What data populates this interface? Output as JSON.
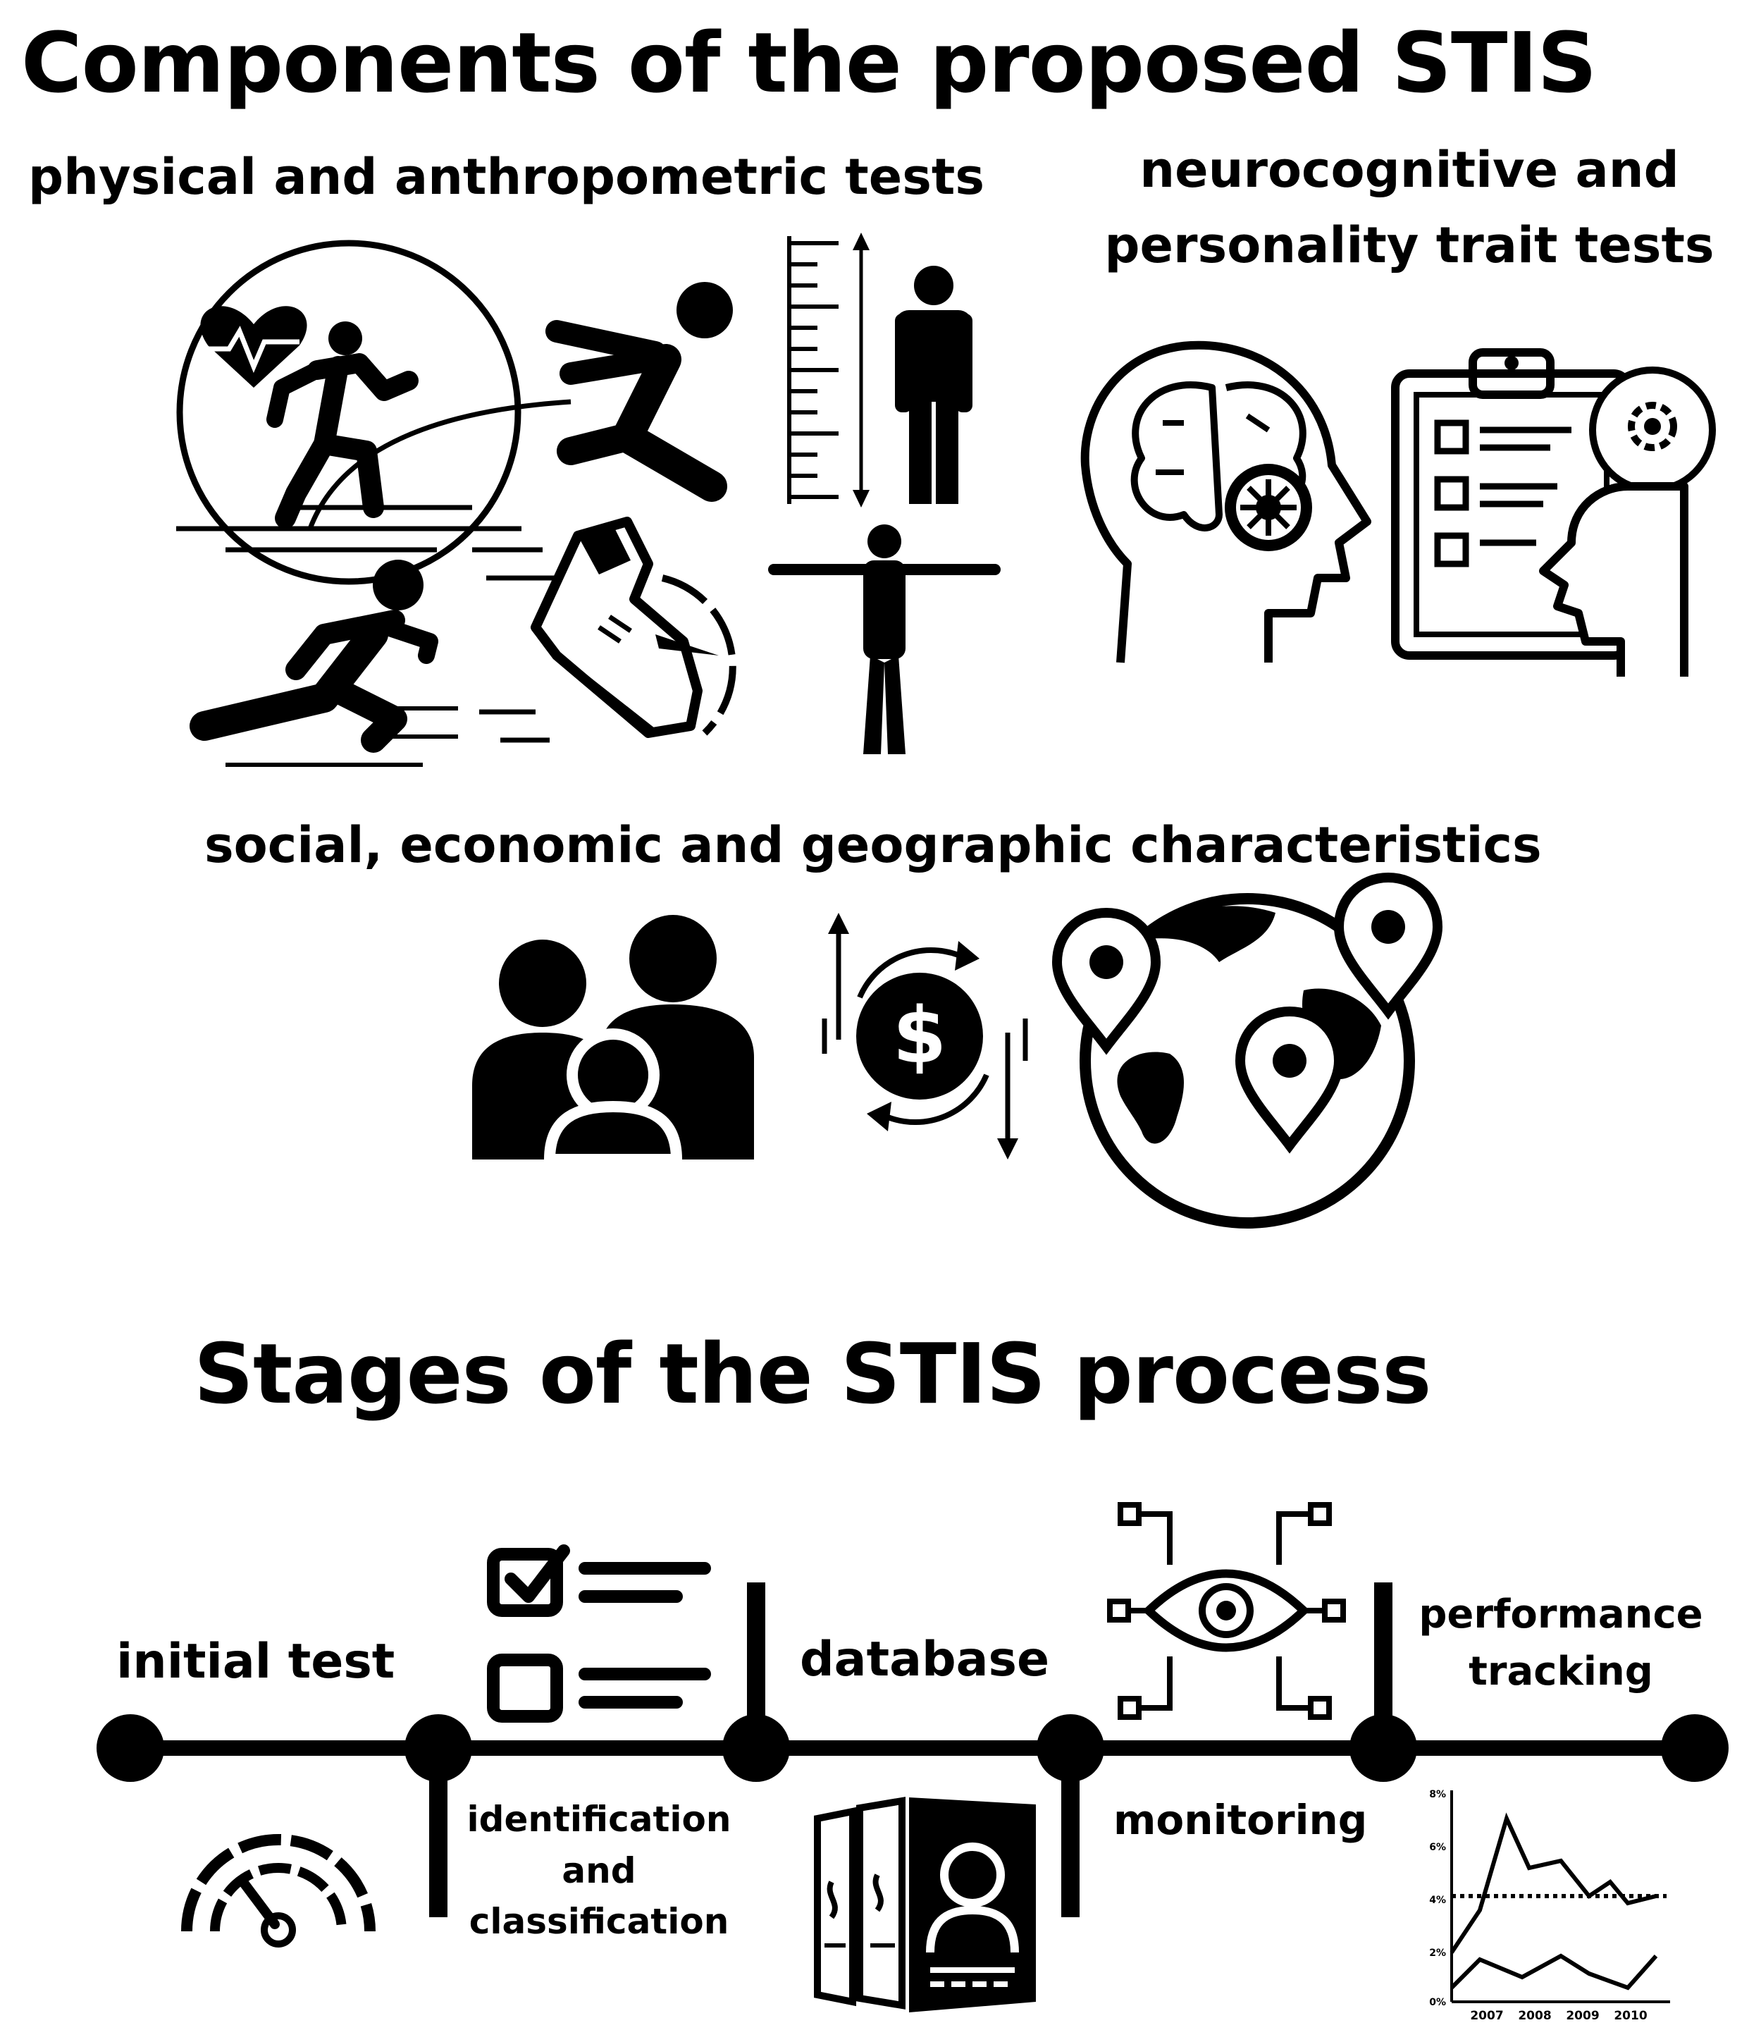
{
  "title": "Components of the proposed STIS",
  "components": {
    "physical": "physical and anthropometric tests",
    "neuro_line1": "neurocognitive and",
    "neuro_line2": "personality trait tests",
    "social": "social, economic and geographic characteristics"
  },
  "stages_title": "Stages of the STIS process",
  "stages": {
    "initial_test": "initial test",
    "database": "database",
    "performance_line1": "performance",
    "performance_line2": "tracking",
    "identification_line1": "identification",
    "identification_line2": "and",
    "identification_line3": "classification",
    "monitoring": "monitoring"
  },
  "icons": {
    "dollar_symbol": "$"
  },
  "mini_chart": {
    "type": "line",
    "y_ticks": [
      "8%",
      "6%",
      "4%",
      "2%",
      "0%"
    ],
    "x_ticks": [
      "2007",
      "2008",
      "2009",
      "2010"
    ]
  },
  "colors": {
    "foreground": "#000000",
    "background": "#ffffff"
  }
}
